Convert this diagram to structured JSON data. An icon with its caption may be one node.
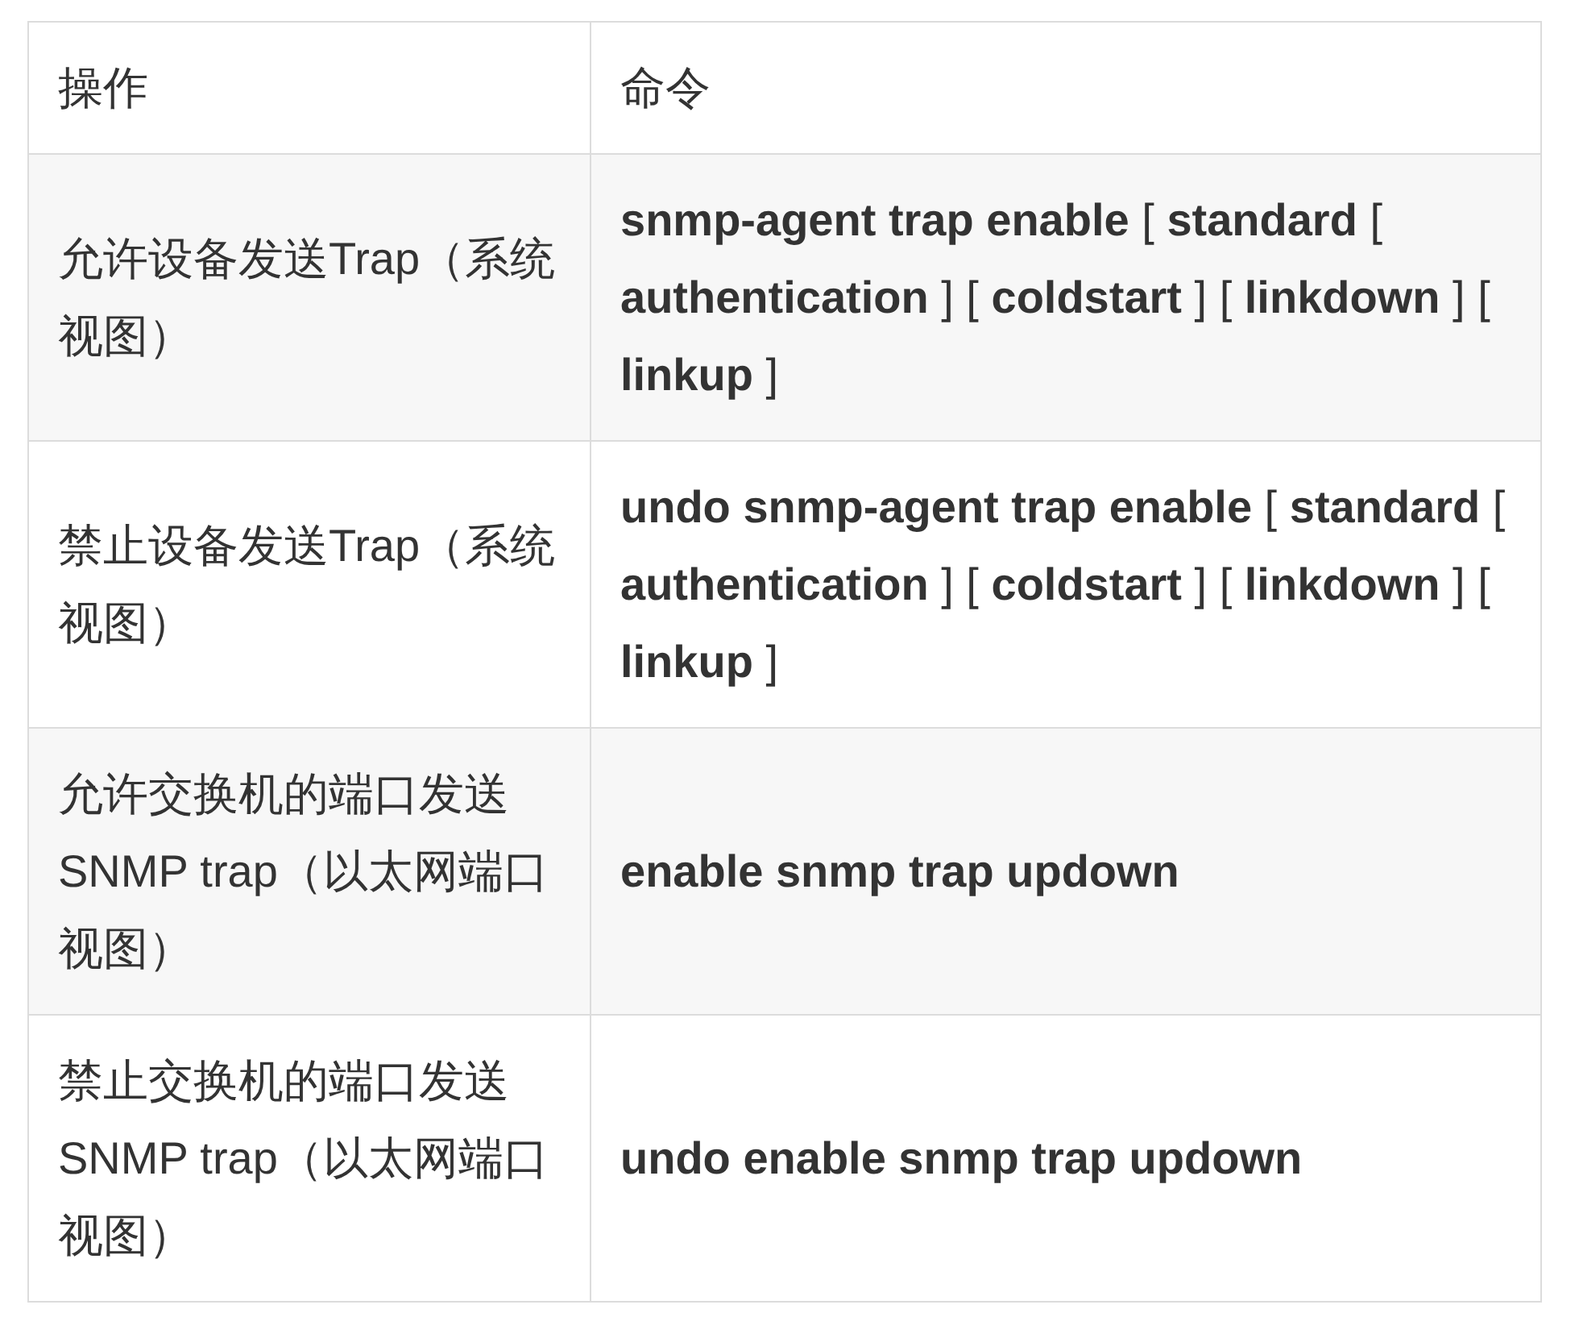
{
  "diagram": {
    "labels": [
      "操作",
      "命令",
      "允许设备发送Trap（系统视图）",
      "**snmp-agent trap enable** [ **standard** [ **authentication** ] [ **coldstart** ] [ **linkdown** ] [ **linkup** ]",
      "禁止设备发送Trap（系统视图）",
      "**undo snmp-agent trap enable** [ **standard** [ **authentication** ] [ **coldstart** ] [ **linkdown** ] [ **linkup** ]",
      "允许交换机的端口发送SNMP trap（以太网端口视图）",
      "**enable snmp trap updown**",
      "禁止交换机的端口发送SNMP trap（以太网端口视图）",
      "**undo enable snmp trap updown**"
    ]
  }
}
